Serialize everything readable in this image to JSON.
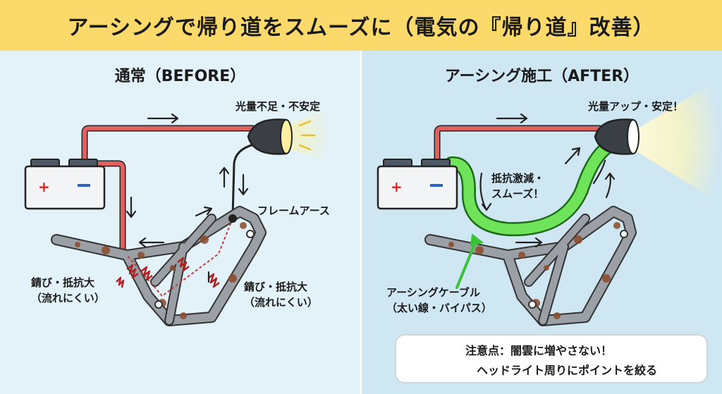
{
  "title": "アーシングで帰り道をスムーズに（電気の『帰り道』改善）",
  "left": {
    "heading": "通常（BEFORE）",
    "light_label": "光量不足・不安定",
    "frame_earth_label": "フレームアース",
    "rust_label_1_line1": "錆び・抵抗大",
    "rust_label_1_line2": "（流れにくい）",
    "rust_label_2_line1": "錆び・抵抗大",
    "rust_label_2_line2": "（流れにくい）"
  },
  "right": {
    "heading": "アーシング施工（AFTER）",
    "light_label": "光量アップ・安定！",
    "resist_label_line1": "抵抗激減・",
    "resist_label_line2": "スムーズ！",
    "cable_label_line1": "アーシングケーブル",
    "cable_label_line2": "（太い線・バイパス）"
  },
  "note": {
    "line1": "注意点：闇雲に増やさない！",
    "line2": "ヘッドライト周りにポイントを絞る",
    "icon": "warning-icon"
  },
  "colors": {
    "title_bg": "#fbd96a",
    "left_bg": "#e3f1f9",
    "right_bg": "#cfe6f3",
    "positive_wire": "#e06060",
    "earthing_cable": "#6fe35a",
    "frame": "#9aa0a6",
    "rust": "#8a4b2a",
    "light_glow": "#fff3a0",
    "warning": "#f5c518"
  },
  "icons": [
    "battery-icon",
    "headlight-icon",
    "warning-icon",
    "arrow-icon",
    "resistance-zigzag-icon"
  ]
}
